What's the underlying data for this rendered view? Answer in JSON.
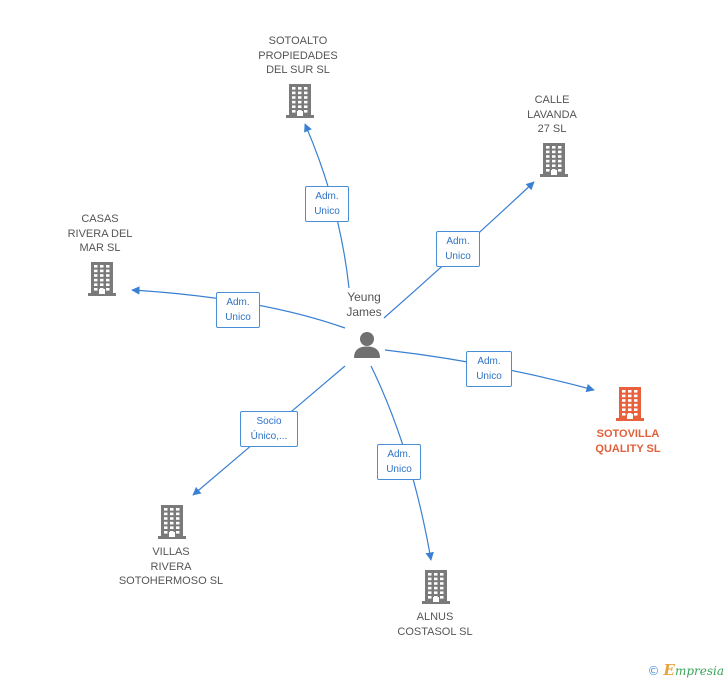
{
  "center": {
    "name": "Yeung\nJames",
    "icon": "person-icon"
  },
  "colors": {
    "edge": "#3a80d2",
    "building": "#7a7a7a",
    "primary_building": "#e8603c",
    "label_border": "#4a8fd6"
  },
  "nodes": [
    {
      "id": "sotoalto",
      "label": "SOTOALTO\nPROPIEDADES\nDEL SUR SL",
      "icon": "building-icon",
      "primary": false
    },
    {
      "id": "calle",
      "label": "CALLE\nLAVANDA\n27 SL",
      "icon": "building-icon",
      "primary": false
    },
    {
      "id": "casas",
      "label": "CASAS\nRIVERA DEL\nMAR SL",
      "icon": "building-icon",
      "primary": false
    },
    {
      "id": "sotovilla",
      "label": "SOTOVILLA\nQUALITY SL",
      "icon": "building-icon",
      "primary": true
    },
    {
      "id": "villas",
      "label": "VILLAS\nRIVERA\nSOTOHERMOSO SL",
      "icon": "building-icon",
      "primary": false
    },
    {
      "id": "alnus",
      "label": "ALNUS\nCOSTASOL SL",
      "icon": "building-icon",
      "primary": false
    }
  ],
  "edges": [
    {
      "to": "sotoalto",
      "label": "Adm.\nUnico"
    },
    {
      "to": "calle",
      "label": "Adm.\nUnico"
    },
    {
      "to": "casas",
      "label": "Adm.\nUnico"
    },
    {
      "to": "sotovilla",
      "label": "Adm.\nUnico"
    },
    {
      "to": "villas",
      "label": "Socio\nÚnico,..."
    },
    {
      "to": "alnus",
      "label": "Adm.\nUnico"
    }
  ],
  "footer": {
    "copyright": "©",
    "brand_initial": "E",
    "brand_rest": "mpresia"
  }
}
